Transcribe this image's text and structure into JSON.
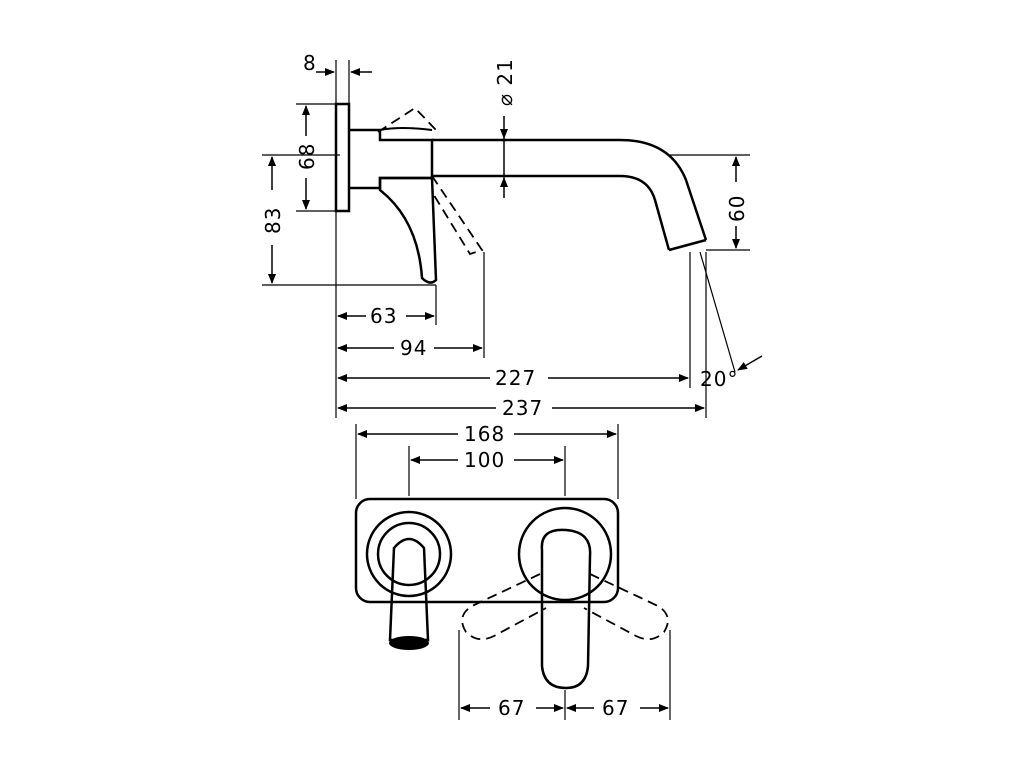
{
  "dimensions": {
    "flange_thickness": "8",
    "spout_diameter": "⌀ 21",
    "flange_height": "68",
    "lever_height": "83",
    "spout_drop": "60",
    "lever_depth": "63",
    "lever_reach": "94",
    "spout_length_outlet": "227",
    "spout_length_total": "237",
    "spout_angle": "20°",
    "plate_width": "168",
    "centers_distance": "100",
    "lever_swing_left": "67",
    "lever_swing_right": "67"
  },
  "colors": {
    "line": "#000000",
    "background": "#ffffff"
  }
}
